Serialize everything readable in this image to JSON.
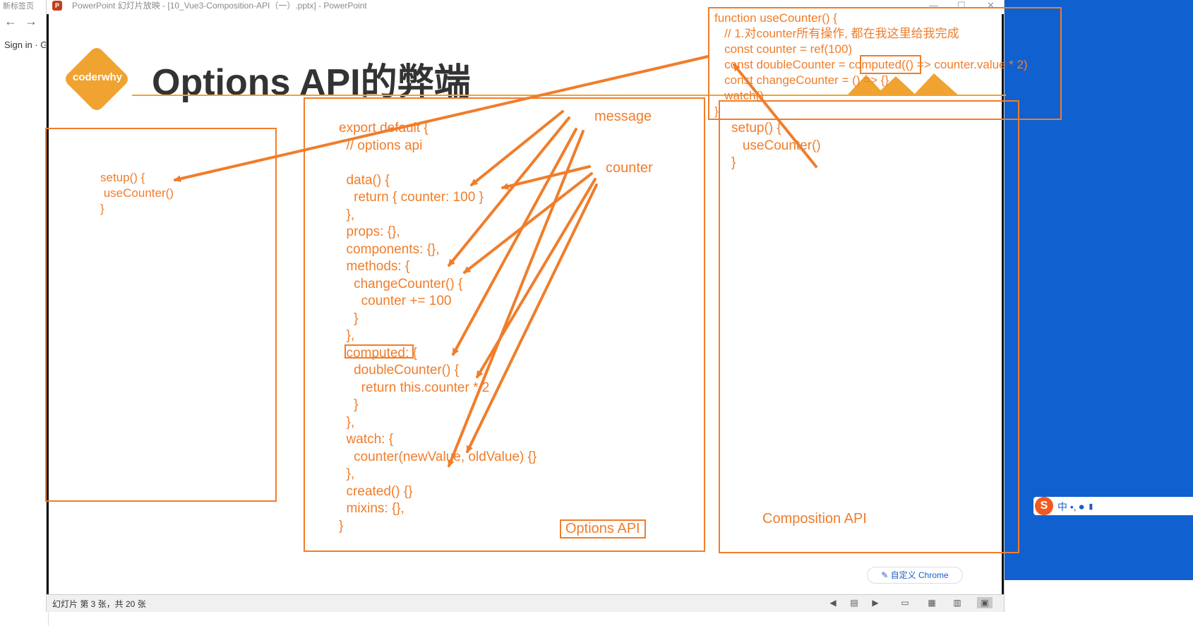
{
  "browser": {
    "tab_label": "新标签页",
    "sign_in": "Sign in · G"
  },
  "window": {
    "title": "PowerPoint 幻灯片放映 - [10_Vue3-Composition-API（一）.pptx] - PowerPoint",
    "app_icon": "P"
  },
  "slide": {
    "logo_text": "coderwhy",
    "title": "Options API的弊端",
    "left_panel": {
      "code": "setup() {\n useCounter()\n}"
    },
    "options_panel": {
      "code": "export default {\n  // options api\n\n  data() {\n    return { counter: 100 }\n  },\n  props: {},\n  components: {},\n  methods: {\n    changeCounter() {\n      counter += 100\n    }\n  },\n  computed: {\n    doubleCounter() {\n      return this.counter * 2\n    }\n  },\n  watch: {\n    counter(newValue, oldValue) {}\n  },\n  created() {}\n  mixins: {},\n}",
      "label": "Options API"
    },
    "annotations": {
      "message": "message",
      "counter": "counter"
    },
    "composition_panel": {
      "function_code": "function useCounter() {\n   // 1.对counter所有操作, 都在我这里给我完成\n   const counter = ref(100)\n   const doubleCounter = computed(() => counter.value * 2)\n   const changeCounter = () => {}\n   watch()\n}",
      "setup_code": "setup() {\n   useCounter()\n}",
      "label": "Composition API"
    }
  },
  "statusbar": {
    "slide_info": "幻灯片 第 3 张，共 20 张"
  },
  "ime": {
    "logo": "S",
    "text": "中 •, ⏺ ▮"
  },
  "chrome_customize": "✎ 自定义 Chrome",
  "colors": {
    "accent": "#f07d2a",
    "logo": "#f0a330",
    "desktop": "#1160d0"
  }
}
